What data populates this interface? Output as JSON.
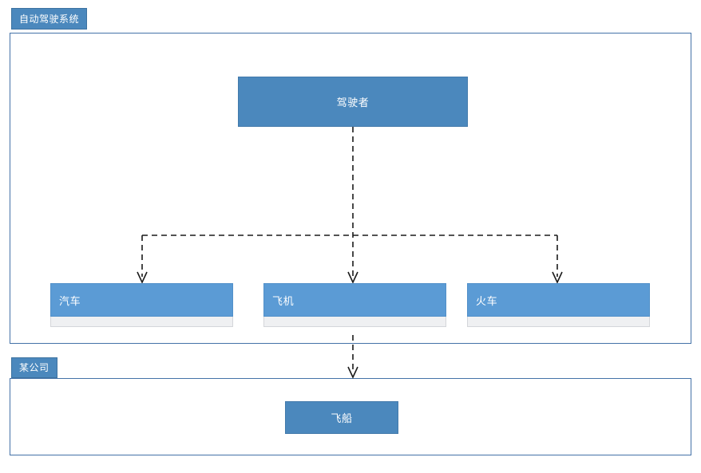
{
  "diagram": {
    "type": "component-deployment-diagram",
    "background": "#ffffff",
    "groups": [
      {
        "id": "upper",
        "tab_label": "自动驾驶系统",
        "border_color": "#4472a8",
        "tab_color": "#4b88bd"
      },
      {
        "id": "lower",
        "tab_label": "某公司",
        "border_color": "#4472a8",
        "tab_color": "#4b88bd"
      }
    ],
    "nodes": {
      "driver": {
        "label": "驾驶者",
        "style": "primary",
        "fill": "#4b88bd",
        "text_color": "#ffffff",
        "align": "center"
      },
      "car": {
        "label": "汽车",
        "style": "component",
        "fill": "#5b9bd5",
        "body_fill": "#eff0f2",
        "text_color": "#ffffff",
        "align": "left"
      },
      "plane": {
        "label": "飞机",
        "style": "component",
        "fill": "#5b9bd5",
        "body_fill": "#eff0f2",
        "text_color": "#ffffff",
        "align": "left"
      },
      "train": {
        "label": "火车",
        "style": "component",
        "fill": "#5b9bd5",
        "body_fill": "#eff0f2",
        "text_color": "#ffffff",
        "align": "left"
      },
      "spaceship": {
        "label": "飞船",
        "style": "primary",
        "fill": "#4b88bd",
        "text_color": "#ffffff",
        "align": "center"
      }
    },
    "connectors": {
      "line_style": "dashed",
      "line_color": "#1a1a1a",
      "arrow": "open-v",
      "edges": [
        {
          "from": "driver",
          "to": "car"
        },
        {
          "from": "driver",
          "to": "plane"
        },
        {
          "from": "driver",
          "to": "train"
        },
        {
          "from": "driver",
          "to": "spaceship"
        }
      ]
    }
  }
}
